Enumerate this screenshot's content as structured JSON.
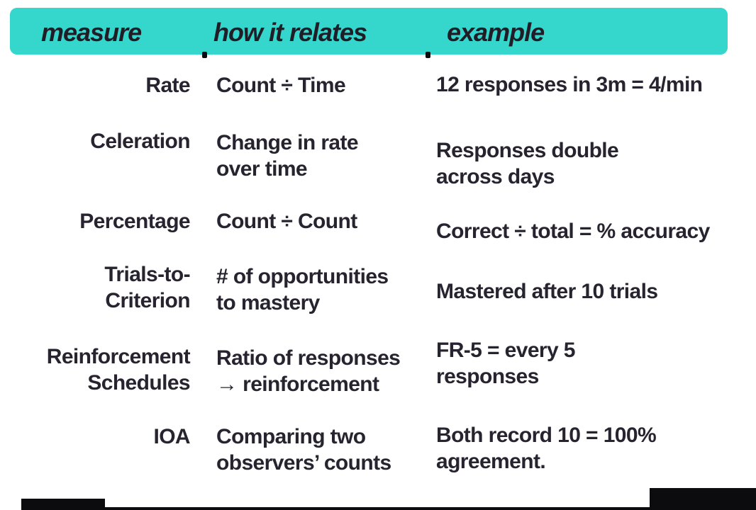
{
  "header": {
    "columns": [
      {
        "label": "measure"
      },
      {
        "label": "how it relates"
      },
      {
        "label": "example"
      }
    ]
  },
  "rows": [
    {
      "measure": "Rate",
      "relates": "Count ÷ Time",
      "example": "12 responses in 3m = 4/min"
    },
    {
      "measure": "Celeration",
      "relates": "Change in rate\nover time",
      "example": "Responses double\nacross days"
    },
    {
      "measure": "Percentage",
      "relates": "Count ÷ Count",
      "example": "Correct ÷ total = % accuracy"
    },
    {
      "measure": "Trials-to-\nCriterion",
      "relates": "# of opportunities\nto mastery",
      "example": "Mastered after 10 trials"
    },
    {
      "measure": "Reinforcement\nSchedules",
      "relates": "Ratio of responses\n→ reinforcement",
      "example": "FR-5 = every 5\nresponses"
    },
    {
      "measure": "IOA",
      "relates": "Comparing two\nobservers’ counts",
      "example": "Both record 10 = 100%\nagreement."
    }
  ],
  "colors": {
    "header_bg": "#35d6cc",
    "text": "#272430",
    "header_text": "#201d27"
  }
}
